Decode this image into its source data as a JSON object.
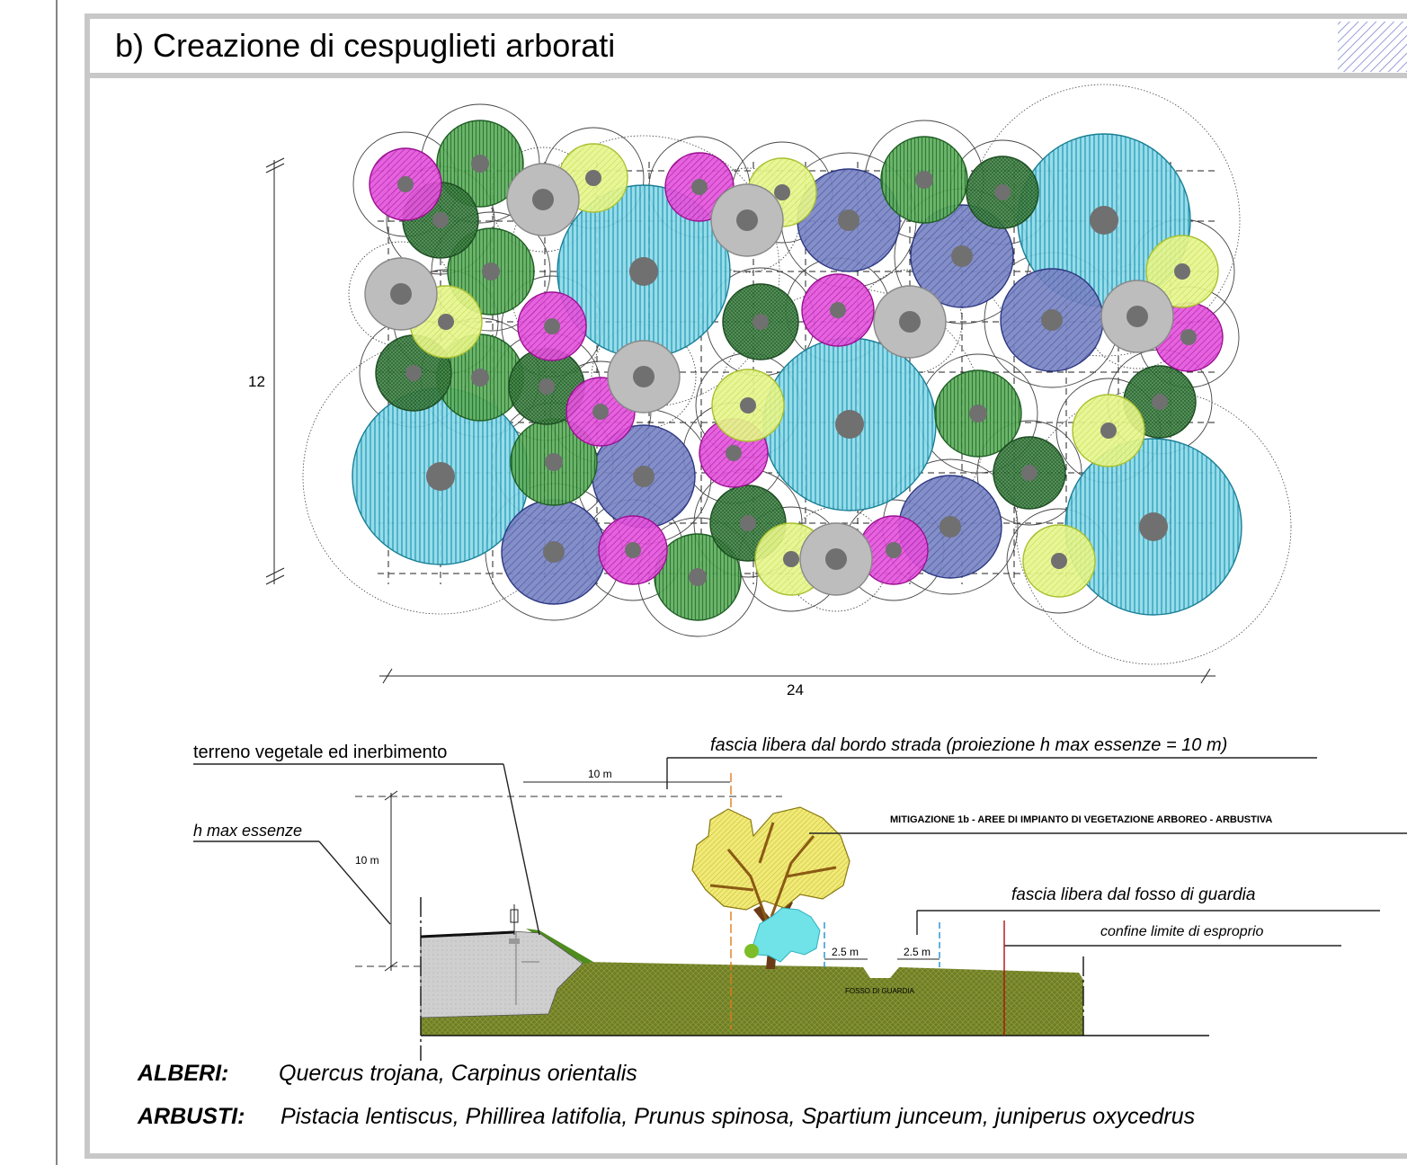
{
  "title": "b) Creazione di cespuglieti arborati",
  "plan": {
    "dim_height": "12",
    "dim_width": "24"
  },
  "section": {
    "label_soil": "terreno vegetale ed inerbimento",
    "label_road_strip": "fascia libera dal bordo strada (proiezione h max essenze = 10 m)",
    "dim_10m_h": "10 m",
    "label_hmax": "h max essenze",
    "dim_10m_v": "10 m",
    "label_mitigation": "MITIGAZIONE 1b - AREE DI IMPIANTO DI VEGETAZIONE ARBOREO - ARBUSTIVA",
    "label_ditch_strip": "fascia libera dal fosso di guardia",
    "label_boundary": "confine limite di esproprio",
    "dim_25_a": "2.5 m",
    "dim_25_b": "2.5 m",
    "label_ditch": "FOSSO DI GUARDIA"
  },
  "species": {
    "trees_label": "ALBERI:",
    "trees_list": "Quercus trojana, Carpinus orientalis",
    "shrubs_label": "ARBUSTI:",
    "shrubs_list": "Pistacia lentiscus, Phillirea latifolia, Prunus spinosa, Spartium junceum, juniperus oxycedrus"
  },
  "colors": {
    "frame": "#c8c8c8",
    "cyan": "#3fb6cc",
    "navy": "#5b68b4",
    "dark_green": "#2e7a3a",
    "green": "#3b9a3f",
    "magenta": "#d62ccf",
    "lime": "#dcf06a",
    "grey": "#b8b8b8",
    "soil": "#6e7a26",
    "road": "#cfcfcf"
  }
}
